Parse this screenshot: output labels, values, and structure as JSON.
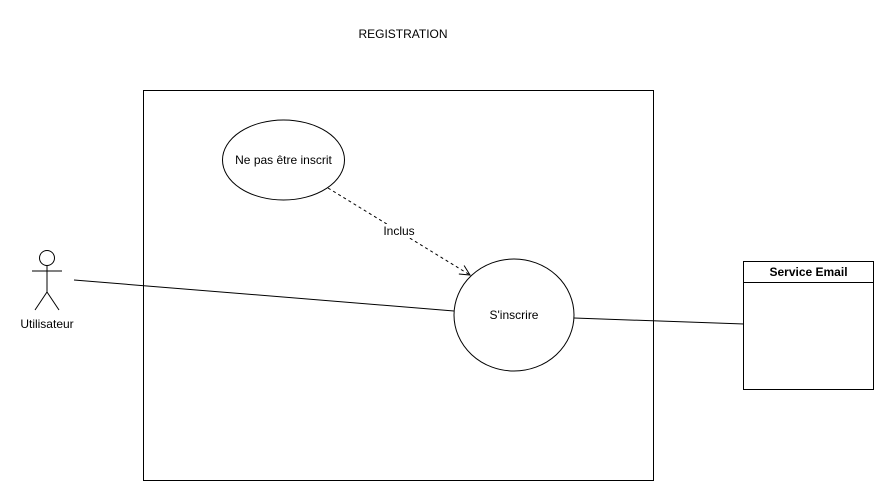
{
  "diagram": {
    "title": "REGISTRATION",
    "actor": {
      "label": "Utilisateur"
    },
    "use_cases": [
      {
        "label": "Ne pas être inscrit"
      },
      {
        "label": "S'inscrire"
      }
    ],
    "relations": {
      "include_label": "Inclus"
    },
    "external_system": {
      "title": "Service Email"
    }
  }
}
